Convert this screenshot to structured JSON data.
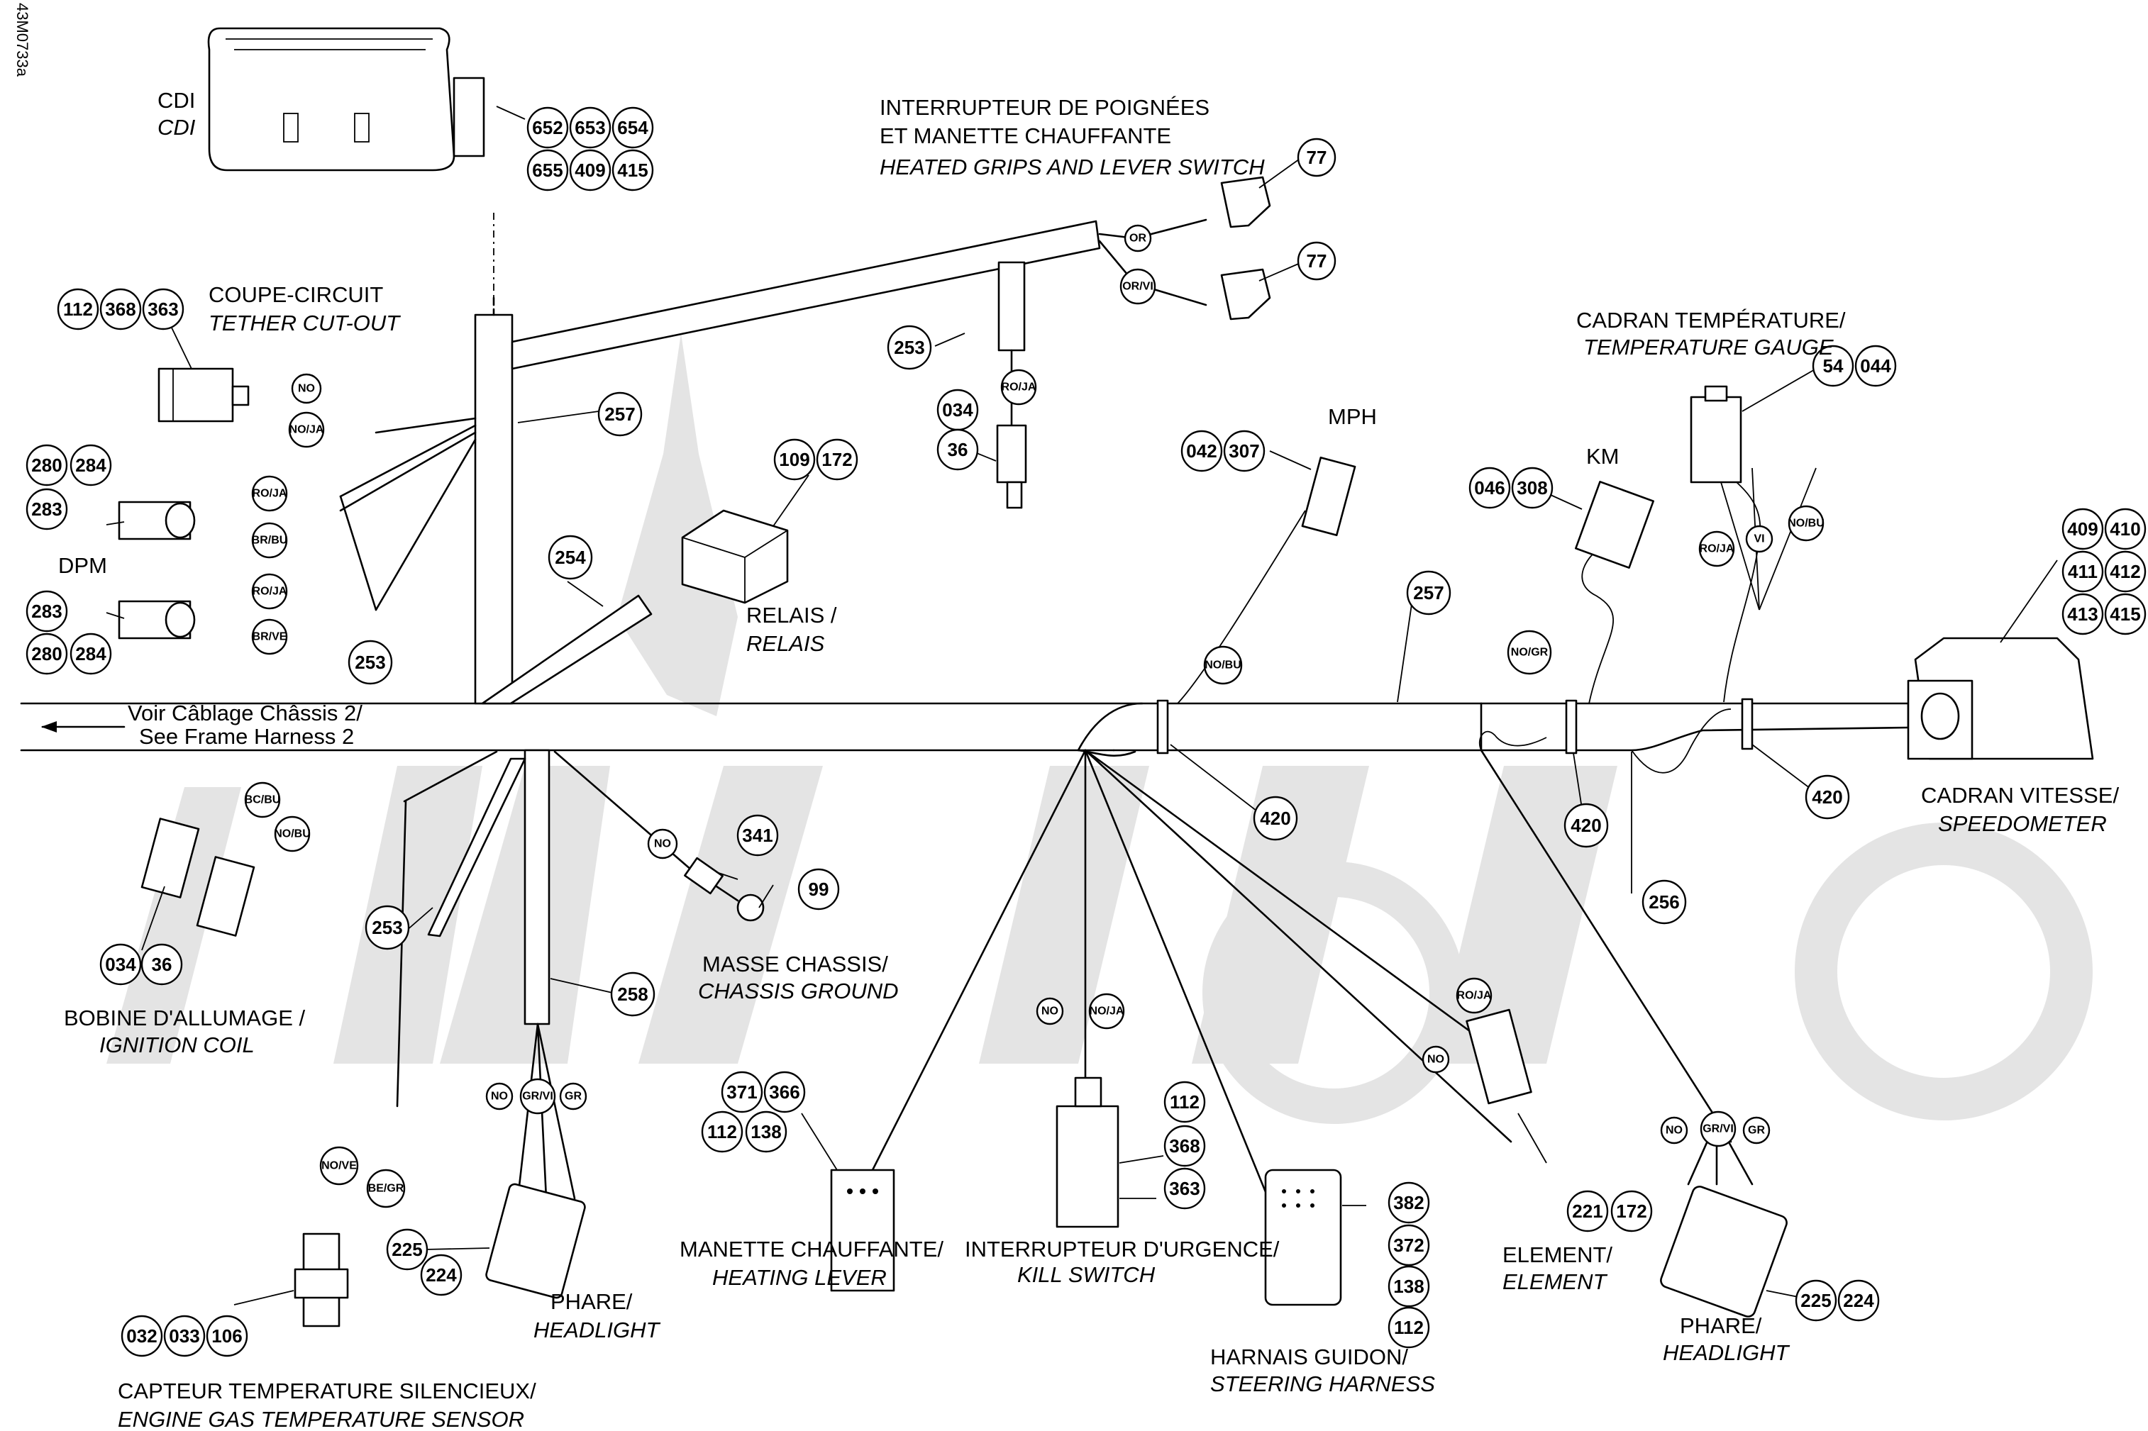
{
  "drawing_ref": "43M0733a",
  "frame_harness_note": {
    "fr": "Voir Câblage Châssis 2/",
    "en": "See Frame Harness 2"
  },
  "components": {
    "cdi": {
      "fr": "CDI",
      "en": "CDI"
    },
    "tether": {
      "fr": "COUPE-CIRCUIT",
      "en": "TETHER CUT-OUT"
    },
    "dpm": {
      "label": "DPM"
    },
    "heated_switch": {
      "fr1": "INTERRUPTEUR DE POIGNÉES",
      "fr2": "ET MANETTE CHAUFFANTE",
      "en": "HEATED GRIPS AND LEVER SWITCH"
    },
    "relay": {
      "fr": "RELAIS /",
      "en": "RELAIS"
    },
    "mph": {
      "label": "MPH"
    },
    "km": {
      "label": "KM"
    },
    "temp_gauge": {
      "fr": "CADRAN TEMPÉRATURE/",
      "en": "TEMPERATURE GAUGE"
    },
    "speedometer": {
      "fr": "CADRAN VITESSE/",
      "en": "SPEEDOMETER"
    },
    "ignition_coil": {
      "fr": "BOBINE D'ALLUMAGE /",
      "en": "IGNITION COIL"
    },
    "chassis_ground": {
      "fr": "MASSE CHASSIS/",
      "en": "CHASSIS GROUND"
    },
    "egt_sensor": {
      "fr": "CAPTEUR TEMPERATURE SILENCIEUX/",
      "en": "ENGINE GAS TEMPERATURE SENSOR"
    },
    "headlight_left": {
      "fr": "PHARE/",
      "en": "HEADLIGHT"
    },
    "heating_lever": {
      "fr": "MANETTE CHAUFFANTE/",
      "en": "HEATING LEVER"
    },
    "kill_switch": {
      "fr": "INTERRUPTEUR D'URGENCE/",
      "en": "KILL SWITCH"
    },
    "steering_harness": {
      "fr": "HARNAIS GUIDON/",
      "en": "STEERING HARNESS"
    },
    "element": {
      "fr": "ELEMENT/",
      "en": "ELEMENT"
    },
    "headlight_right": {
      "fr": "PHARE/",
      "en": "HEADLIGHT"
    }
  },
  "callouts": {
    "cdi": [
      "652",
      "653",
      "654",
      "655",
      "409",
      "415"
    ],
    "tether": [
      "112",
      "368",
      "363"
    ],
    "dpm_top": [
      "280",
      "284",
      "283"
    ],
    "dpm_bottom": [
      "283",
      "280",
      "284"
    ],
    "heated_switch": [
      "77",
      "77"
    ],
    "heated_wire": [
      "253"
    ],
    "conn_034": [
      "034",
      "36"
    ],
    "relay": [
      "109",
      "172"
    ],
    "mph": [
      "042",
      "307"
    ],
    "km": [
      "046",
      "308"
    ],
    "temp_gauge": [
      "54",
      "044"
    ],
    "speedometer": [
      "409",
      "410",
      "411",
      "412",
      "413",
      "415"
    ],
    "harness": [
      "257",
      "257",
      "254",
      "253",
      "253",
      "256",
      "258"
    ],
    "clamps": [
      "420",
      "420",
      "420"
    ],
    "ignition": [
      "034",
      "36"
    ],
    "ground": [
      "341",
      "99"
    ],
    "egt": [
      "032",
      "033",
      "106"
    ],
    "headlight_left": [
      "225",
      "224"
    ],
    "heating_lever": [
      "371",
      "366",
      "112",
      "138"
    ],
    "kill_switch": [
      "112",
      "368",
      "363"
    ],
    "steering": [
      "382",
      "372",
      "138",
      "112"
    ],
    "element": [
      "221",
      "172"
    ],
    "headlight_right": [
      "225",
      "224"
    ]
  },
  "wire_codes": {
    "tether": [
      "NO",
      "NO/JA"
    ],
    "dpm_top": [
      "RO/JA",
      "BR/BU"
    ],
    "dpm_bottom": [
      "RO/JA",
      "BR/VE"
    ],
    "heated": [
      "OR",
      "OR/VI",
      "RO/JA"
    ],
    "mph": [
      "NO/BU"
    ],
    "km": [
      "NO/GR"
    ],
    "temp_gauge": [
      "RO/JA",
      "VI",
      "NO/BU"
    ],
    "ignition": [
      "BC/BU",
      "NO/BU"
    ],
    "ground": [
      "NO"
    ],
    "egt": [
      "NO/VE",
      "BE/GR"
    ],
    "headlight_left": [
      "NO",
      "GR/VI",
      "GR"
    ],
    "kill_switch": [
      "NO",
      "NO/JA"
    ],
    "element": [
      "NO",
      "RO/JA"
    ],
    "headlight_right": [
      "NO",
      "GR/VI",
      "GR"
    ]
  }
}
